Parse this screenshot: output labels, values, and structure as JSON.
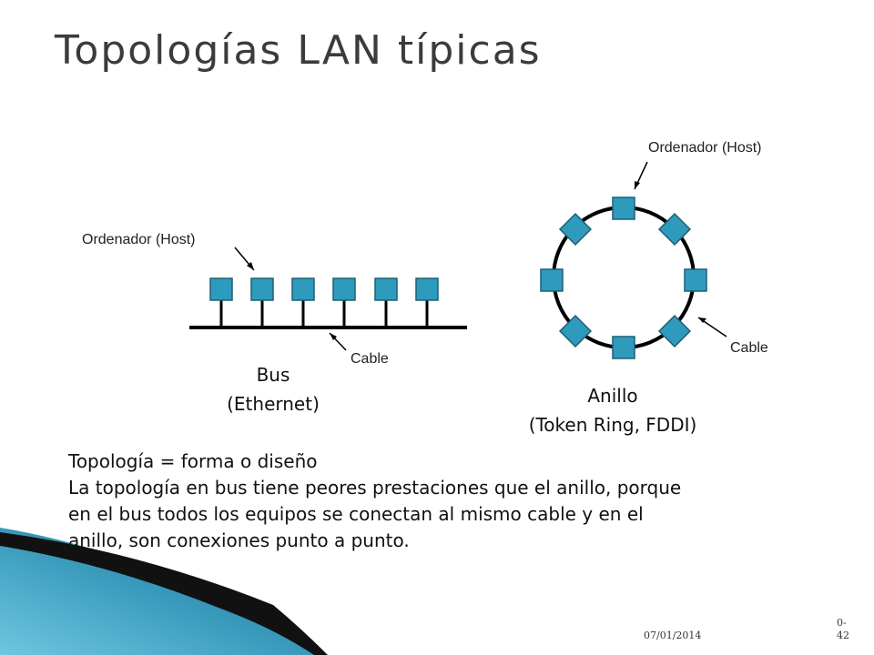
{
  "title": "Topologías LAN típicas",
  "bus": {
    "host_label": "Ordenador (Host)",
    "cable_label": "Cable",
    "caption_line1": "Bus",
    "caption_line2": "(Ethernet)"
  },
  "ring": {
    "host_label": "Ordenador (Host)",
    "cable_label": "Cable",
    "caption_line1": "Anillo",
    "caption_line2": "(Token Ring, FDDI)"
  },
  "body": {
    "line1": "Topología = forma o diseño",
    "line2": "La topología en bus tiene peores prestaciones que el anillo, porque",
    "line3": "en el bus todos los equipos se conectan al mismo cable y en el",
    "line4": "anillo, son conexiones punto a punto."
  },
  "footer": {
    "date": "07/01/2014",
    "page": "0-42"
  },
  "colors": {
    "node_fill": "#2e9bbd",
    "node_stroke": "#1f5f73",
    "line": "#000000",
    "title": "#3b3b3b",
    "deco_dark": "#0d2b3a",
    "deco_light": "#4fb3d3"
  }
}
